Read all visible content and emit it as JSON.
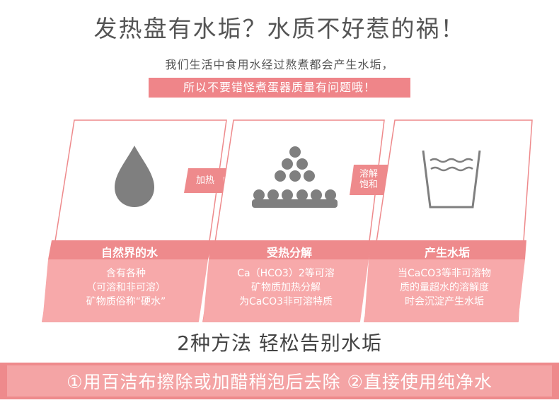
{
  "header": {
    "title": "发热盘有水垢？水质不好惹的祸！",
    "subtitle": "我们生活中食用水经过熬煮都会产生水垢，",
    "banner": "所以不要错怪煮蛋器质量有问题哦！"
  },
  "panels": [
    {
      "label": "自然界的水",
      "lines": [
        "含有各种",
        "（可溶和非可溶）",
        "矿物质俗称“硬水”"
      ],
      "icon": "water-drop-icon"
    },
    {
      "label": "受热分解",
      "lines": [
        "Ca（HCO3）2等可溶",
        "矿物质加热分解",
        "为CaCO3非可溶特质"
      ],
      "icon": "particles-icon"
    },
    {
      "label": "产生水垢",
      "lines": [
        "当CaCO3等非可溶物",
        "质的量超水的溶解度",
        "时会沉淀产生水垢"
      ],
      "icon": "water-glass-icon"
    }
  ],
  "arrows": [
    {
      "text": "加热"
    },
    {
      "line1": "溶解",
      "line2": "饱和"
    }
  ],
  "footer": {
    "title": "2种方法 轻松告别水垢",
    "methods": "①用百洁布擦除或加醋稍泡后去除 ②直接使用纯净水"
  },
  "colors": {
    "accent": "#ee8a8c",
    "accent_light": "#f4a4a5",
    "icon_gray": "#7f7f7f"
  }
}
